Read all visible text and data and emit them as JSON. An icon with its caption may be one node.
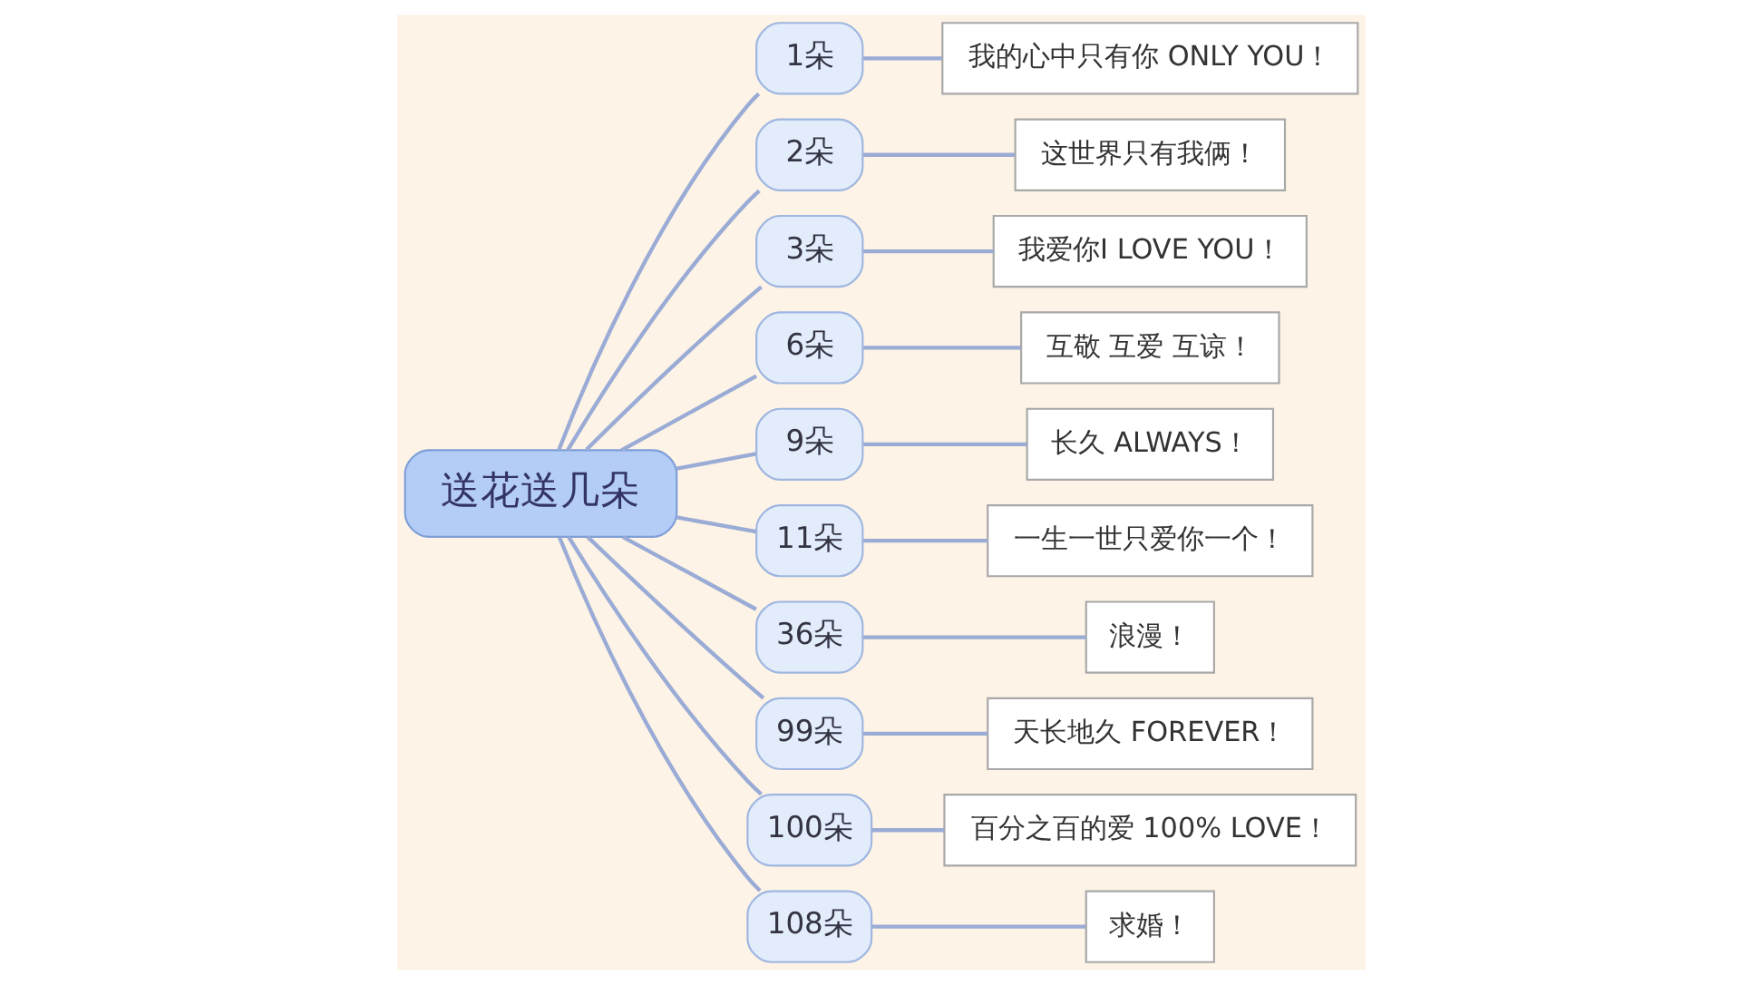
{
  "diagram": {
    "nodes": [
      {
        "text": [
          "送花送几朵"
        ]
      },
      {
        "text": [
          "1朵"
        ]
      },
      {
        "text": [
          "我的心中只有你 ONLY YOU！"
        ]
      },
      {
        "text": [
          "2朵"
        ]
      },
      {
        "text": [
          "这世界只有我俩！"
        ]
      },
      {
        "text": [
          "3朵"
        ]
      },
      {
        "text": [
          "我爱你I LOVE YOU！"
        ]
      },
      {
        "text": [
          "6朵"
        ]
      },
      {
        "text": [
          "互敬 互爱 互谅！"
        ]
      },
      {
        "text": [
          "9朵"
        ]
      },
      {
        "text": [
          "长久 ALWAYS！"
        ]
      },
      {
        "text": [
          "11朵"
        ]
      },
      {
        "text": [
          "一生一世只爱你一个！"
        ]
      },
      {
        "text": [
          "36朵"
        ]
      },
      {
        "text": [
          "浪漫！"
        ]
      },
      {
        "text": [
          "99朵"
        ]
      },
      {
        "text": [
          "天长地久 FOREVER！"
        ]
      },
      {
        "text": [
          "100朵"
        ]
      },
      {
        "text": [
          "百分之百的爱 100% LOVE！"
        ]
      },
      {
        "text": [
          "108朵"
        ]
      },
      {
        "text": [
          "求婚！"
        ]
      }
    ],
    "edges": [
      {
        "from": 0,
        "to": 1,
        "arrow": "none"
      },
      {
        "from": 1,
        "to": 2,
        "arrow": "none"
      },
      {
        "from": 0,
        "to": 3,
        "arrow": "none"
      },
      {
        "from": 3,
        "to": 4,
        "arrow": "none"
      },
      {
        "from": 0,
        "to": 5,
        "arrow": "none"
      },
      {
        "from": 5,
        "to": 6,
        "arrow": "none"
      },
      {
        "from": 0,
        "to": 7,
        "arrow": "none"
      },
      {
        "from": 7,
        "to": 8,
        "arrow": "none"
      },
      {
        "from": 0,
        "to": 9,
        "arrow": "none"
      },
      {
        "from": 9,
        "to": 10,
        "arrow": "none"
      },
      {
        "from": 0,
        "to": 11,
        "arrow": "none"
      },
      {
        "from": 11,
        "to": 12,
        "arrow": "none"
      },
      {
        "from": 0,
        "to": 13,
        "arrow": "none"
      },
      {
        "from": 13,
        "to": 14,
        "arrow": "none"
      },
      {
        "from": 0,
        "to": 15,
        "arrow": "none"
      },
      {
        "from": 15,
        "to": 16,
        "arrow": "none"
      },
      {
        "from": 0,
        "to": 17,
        "arrow": "none"
      },
      {
        "from": 17,
        "to": 18,
        "arrow": "none"
      },
      {
        "from": 0,
        "to": 19,
        "arrow": "none"
      },
      {
        "from": 19,
        "to": 20,
        "arrow": "none"
      }
    ]
  }
}
